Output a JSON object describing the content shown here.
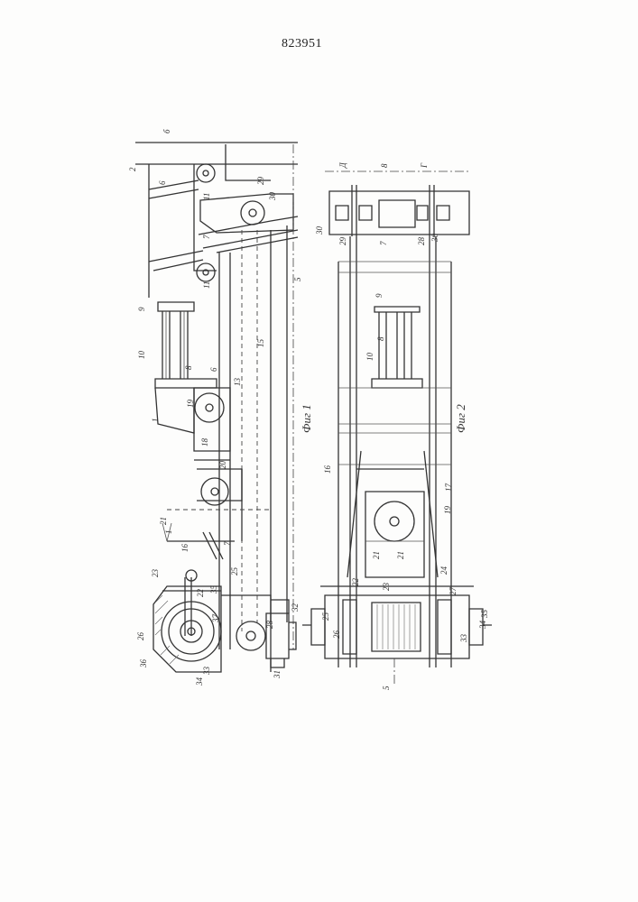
{
  "patent_number": "823951",
  "figures": [
    {
      "caption": "Фиг 1"
    },
    {
      "caption": "Фиг 2"
    }
  ],
  "fig1_labels": [
    "2",
    "б",
    "6",
    "11",
    "29",
    "30",
    "7",
    "11",
    "5",
    "9",
    "10",
    "8",
    "6",
    "13",
    "15",
    "1",
    "19",
    "18",
    "20",
    "21",
    "1",
    "7",
    "16",
    "23",
    "25",
    "22",
    "35",
    "37",
    "28",
    "32",
    "26",
    "36",
    "33",
    "34",
    "31"
  ],
  "fig2_labels": [
    "Д",
    "8",
    "Г",
    "30",
    "29",
    "7",
    "28",
    "30",
    "9",
    "8",
    "10",
    "16",
    "17",
    "19",
    "21",
    "21",
    "24",
    "22",
    "27",
    "23",
    "26",
    "25",
    "34",
    "35",
    "33",
    "5"
  ]
}
